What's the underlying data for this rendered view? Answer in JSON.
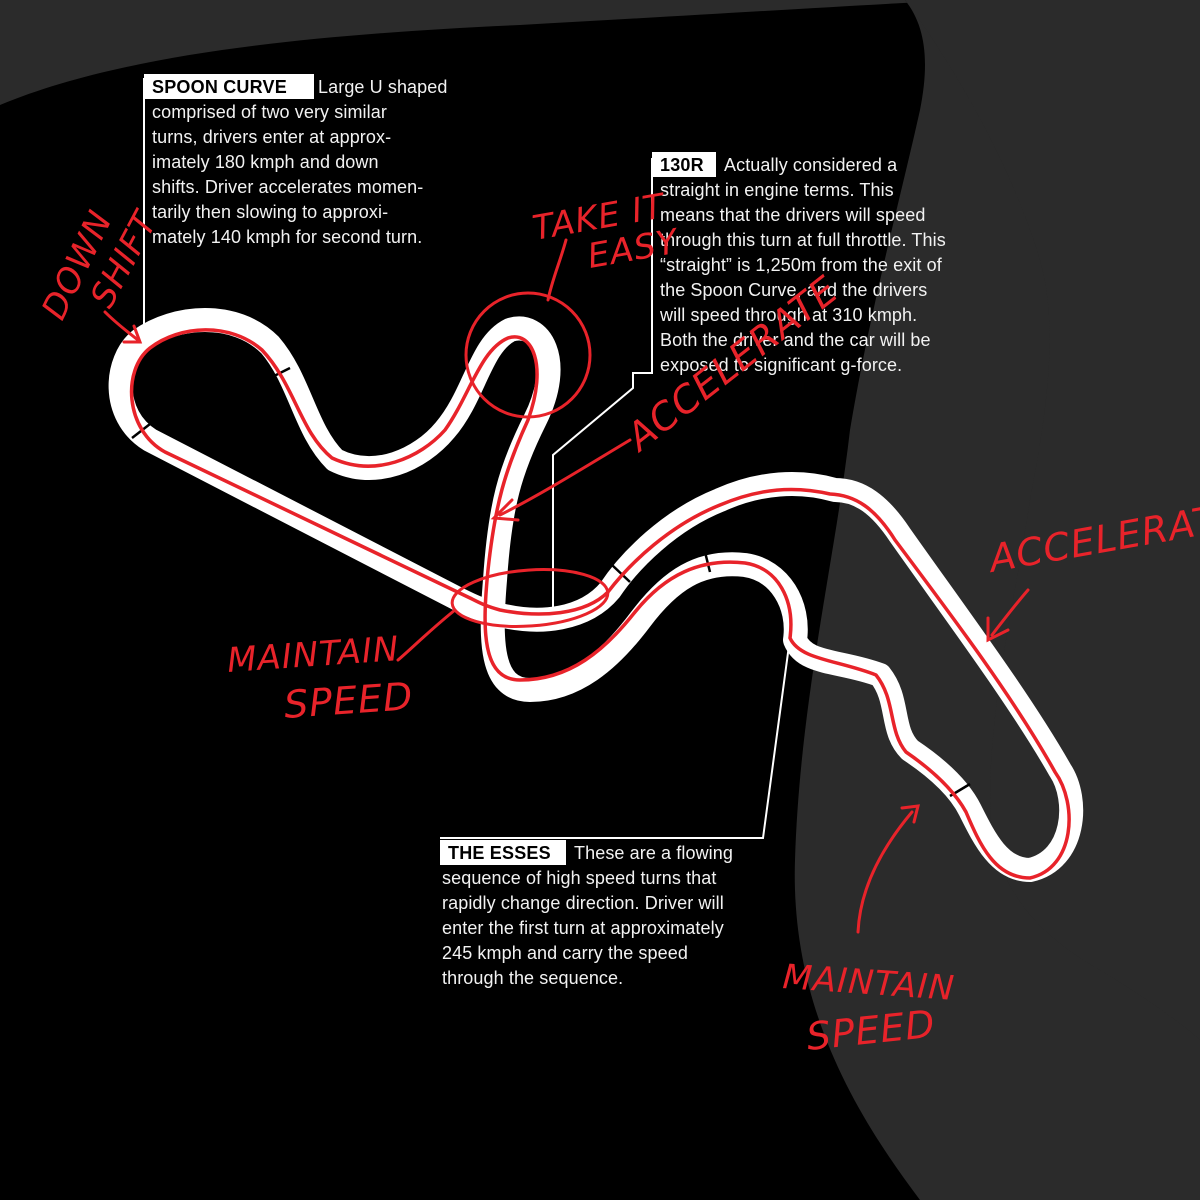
{
  "colors": {
    "background": "#000000",
    "backdrop_band": "#2b2b2b",
    "track": "#ffffff",
    "racing_line": "#e8232a",
    "callout_text": "#f2f2f2"
  },
  "callouts": {
    "spoon": {
      "label": "SPOON CURVE",
      "lines": [
        "Large U shaped",
        "comprised of two very similar",
        "turns, drivers enter at approx-",
        "imately 180 kmph and down",
        "shifts. Driver accelerates momen-",
        "tarily then slowing to approxi-",
        "mately 140 kmph for second turn."
      ]
    },
    "r130": {
      "label": "130R",
      "lines": [
        "Actually considered a",
        "straight in engine terms. This",
        "means that the drivers will speed",
        "through this turn at full throttle.  This",
        "“straight” is 1,250m from the exit of",
        "the Spoon Curve, and the drivers",
        "will speed through at 310 kmph.",
        "Both the driver and the car will be",
        "exposed to significant g-force."
      ]
    },
    "esses": {
      "label": "THE ESSES",
      "lines": [
        "These are a flowing",
        "sequence of high speed turns that",
        "rapidly change direction. Driver will",
        "enter the first turn at approximately",
        "245 kmph and carry the speed",
        "through the sequence."
      ]
    }
  },
  "notes": {
    "down": "DOWN",
    "shift": "SHIFT",
    "take_it": "TAKE IT",
    "easy": "EASY",
    "accelerate_1": "ACCELERATE",
    "accelerate_2": "ACCELERATE",
    "maintain_1": "MAINTAIN",
    "speed_1": "SPEED",
    "maintain_2": "MAINTAIN",
    "speed_2": "SPEED"
  }
}
